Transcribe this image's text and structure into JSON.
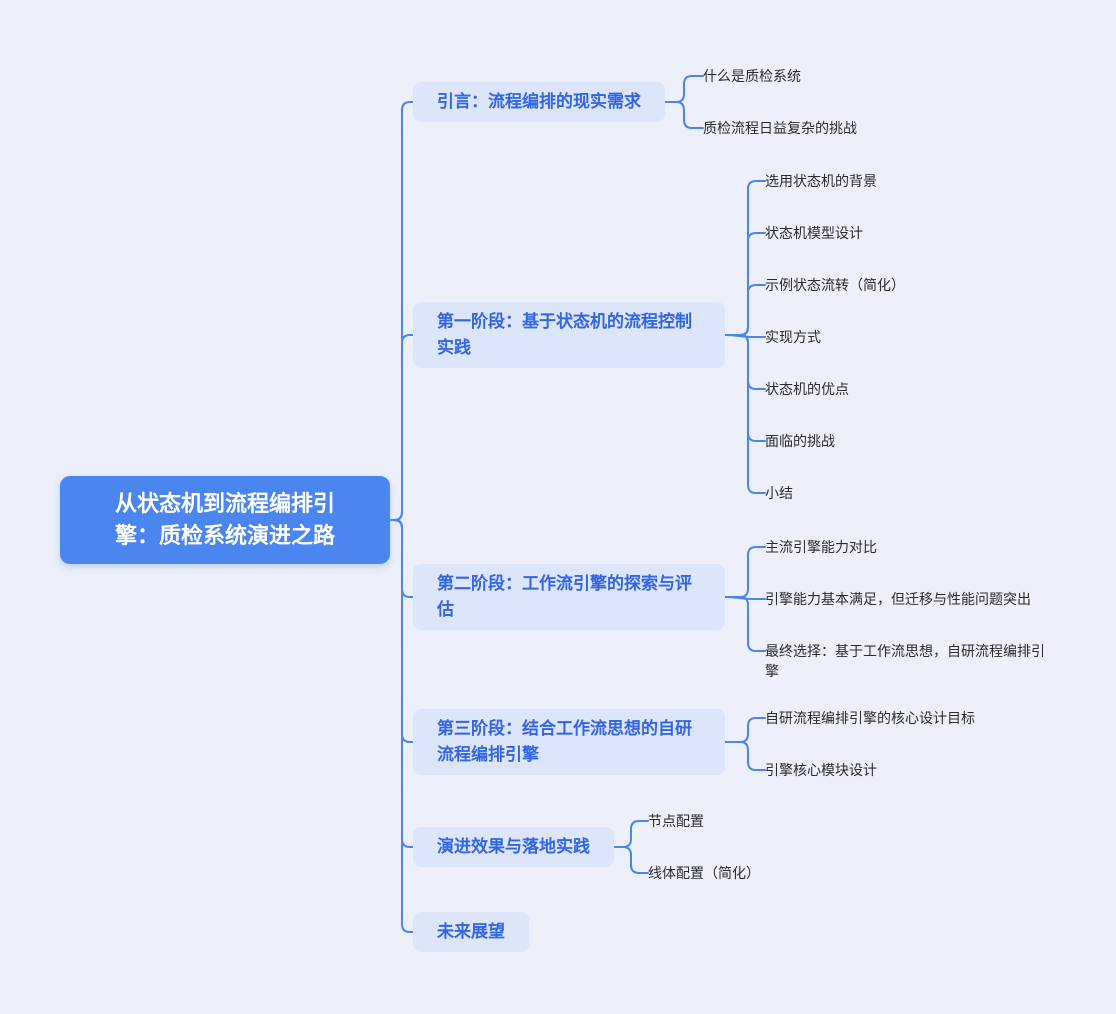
{
  "root": {
    "label": "从状态机到流程编排引擎：质检系统演进之路"
  },
  "branches": [
    {
      "label": "引言：流程编排的现实需求",
      "children": [
        "什么是质检系统",
        "质检流程日益复杂的挑战"
      ]
    },
    {
      "label": "第一阶段：基于状态机的流程控制实践",
      "children": [
        "选用状态机的背景",
        "状态机模型设计",
        "示例状态流转（简化）",
        "实现方式",
        "状态机的优点",
        "面临的挑战",
        "小结"
      ]
    },
    {
      "label": "第二阶段：工作流引擎的探索与评估",
      "children": [
        "主流引擎能力对比",
        "引擎能力基本满足，但迁移与性能问题突出",
        "最终选择：基于工作流思想，自研流程编排引擎"
      ]
    },
    {
      "label": "第三阶段：结合工作流思想的自研流程编排引擎",
      "children": [
        "自研流程编排引擎的核心设计目标",
        "引擎核心模块设计"
      ]
    },
    {
      "label": "演进效果与落地实践",
      "children": [
        "节点配置",
        "线体配置（简化）"
      ]
    },
    {
      "label": "未来展望",
      "children": []
    }
  ],
  "colors": {
    "background": "#edf0fa",
    "root_bg": "#4a85f0",
    "root_text": "#ffffff",
    "branch_bg": "#dce5f9",
    "branch_text": "#3366e7",
    "leaf_text": "#2b2b2b",
    "connector": "#4a85f0"
  }
}
